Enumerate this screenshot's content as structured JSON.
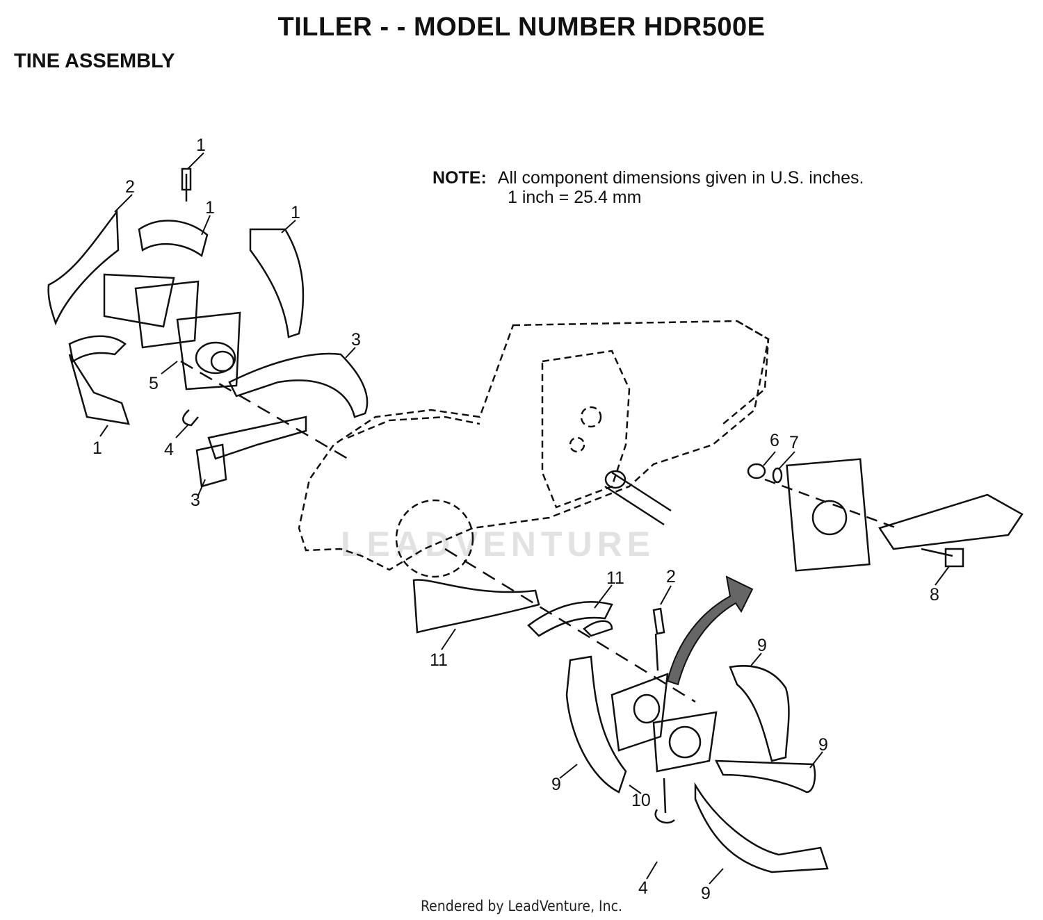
{
  "page": {
    "title": "TILLER - - MODEL NUMBER HDR500E",
    "subtitle": "TINE ASSEMBLY",
    "note_label": "NOTE:",
    "note_line1": "All component dimensions given in U.S. inches.",
    "note_line2": "1 inch = 25.4 mm",
    "footer": "Rendered by LeadVenture, Inc.",
    "watermark": "LEADVENTURE"
  },
  "callouts": [
    "1",
    "2",
    "1",
    "1",
    "3",
    "5",
    "4",
    "1",
    "3",
    "6",
    "7",
    "8",
    "11",
    "2",
    "11",
    "9",
    "9",
    "9",
    "10",
    "4",
    "9"
  ],
  "colors": {
    "ink": "#111111",
    "watermark": "#e2e2e2"
  }
}
